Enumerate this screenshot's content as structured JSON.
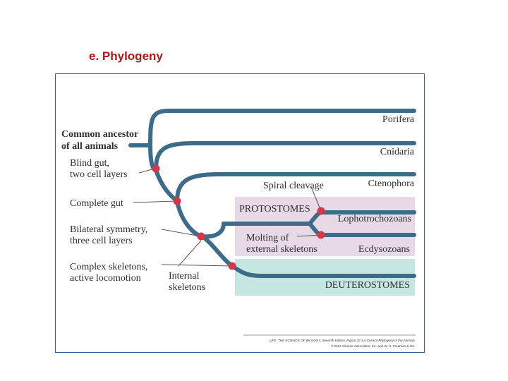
{
  "slide": {
    "title": "e. Phylogeny"
  },
  "figure": {
    "colors": {
      "branch": "#3d6c89",
      "node": "#d4374a",
      "protostome_box": "#e9d8e6",
      "deuterostome_box": "#c6e6e1",
      "text": "#2f2f2f"
    },
    "taxa": {
      "porifera": "Porifera",
      "cnidaria": "Cnidaria",
      "ctenophora": "Ctenophora",
      "lophotrochozoans": "Lophotrochozoans",
      "ecdysozoans": "Ecdysozoans",
      "deuterostomes": "DEUTEROSTOMES"
    },
    "groups": {
      "protostomes": "PROTOSTOMES"
    },
    "annotations": {
      "common_ancestor": [
        "Common ancestor",
        "of all animals"
      ],
      "blind_gut": [
        "Blind gut,",
        "two cell layers"
      ],
      "complete_gut": "Complete gut",
      "bilateral_symmetry": [
        "Bilateral symmetry,",
        "three cell layers"
      ],
      "complex_skeletons": [
        "Complex skeletons,",
        "active locomotion"
      ],
      "internal_skeletons": [
        "Internal",
        "skeletons"
      ],
      "spiral_cleavage": "Spiral cleavage",
      "molting": [
        "Molting of",
        "external skeletons"
      ]
    },
    "credit": {
      "line1": "LIFE: THE SCIENCE OF BIOLOGY, Seventh Edition, Figure 32.1 A Current Phylogeny of the Animals",
      "line2": "© 2004 Sinauer Associates, Inc. and W. H. Freeman & Co."
    }
  }
}
